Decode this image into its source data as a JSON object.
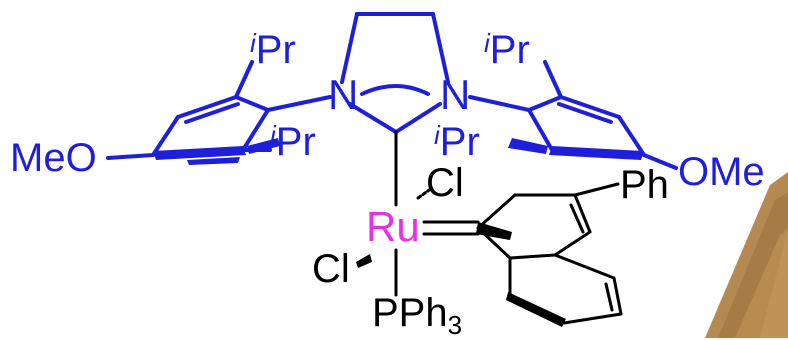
{
  "colors": {
    "blue": "#1f1fd9",
    "black": "#000000",
    "magenta": "#e830e8",
    "wood": "#b58a52"
  },
  "labels": {
    "n_left": "N",
    "n_right": "N",
    "ipr_top_left_i": "i",
    "ipr_top_left_pr": "Pr",
    "ipr_top_right_i": "i",
    "ipr_top_right_pr": "Pr",
    "ipr_mid_left_i": "i",
    "ipr_mid_left_pr": "Pr",
    "ipr_mid_right_i": "i",
    "ipr_mid_right_pr": "Pr",
    "meo_left": "MeO",
    "ome_right": "OMe",
    "cl_top": "Cl",
    "cl_left": "Cl",
    "ru": "Ru",
    "ph": "Ph",
    "pph3_main": "PPh",
    "pph3_sub": "3"
  }
}
